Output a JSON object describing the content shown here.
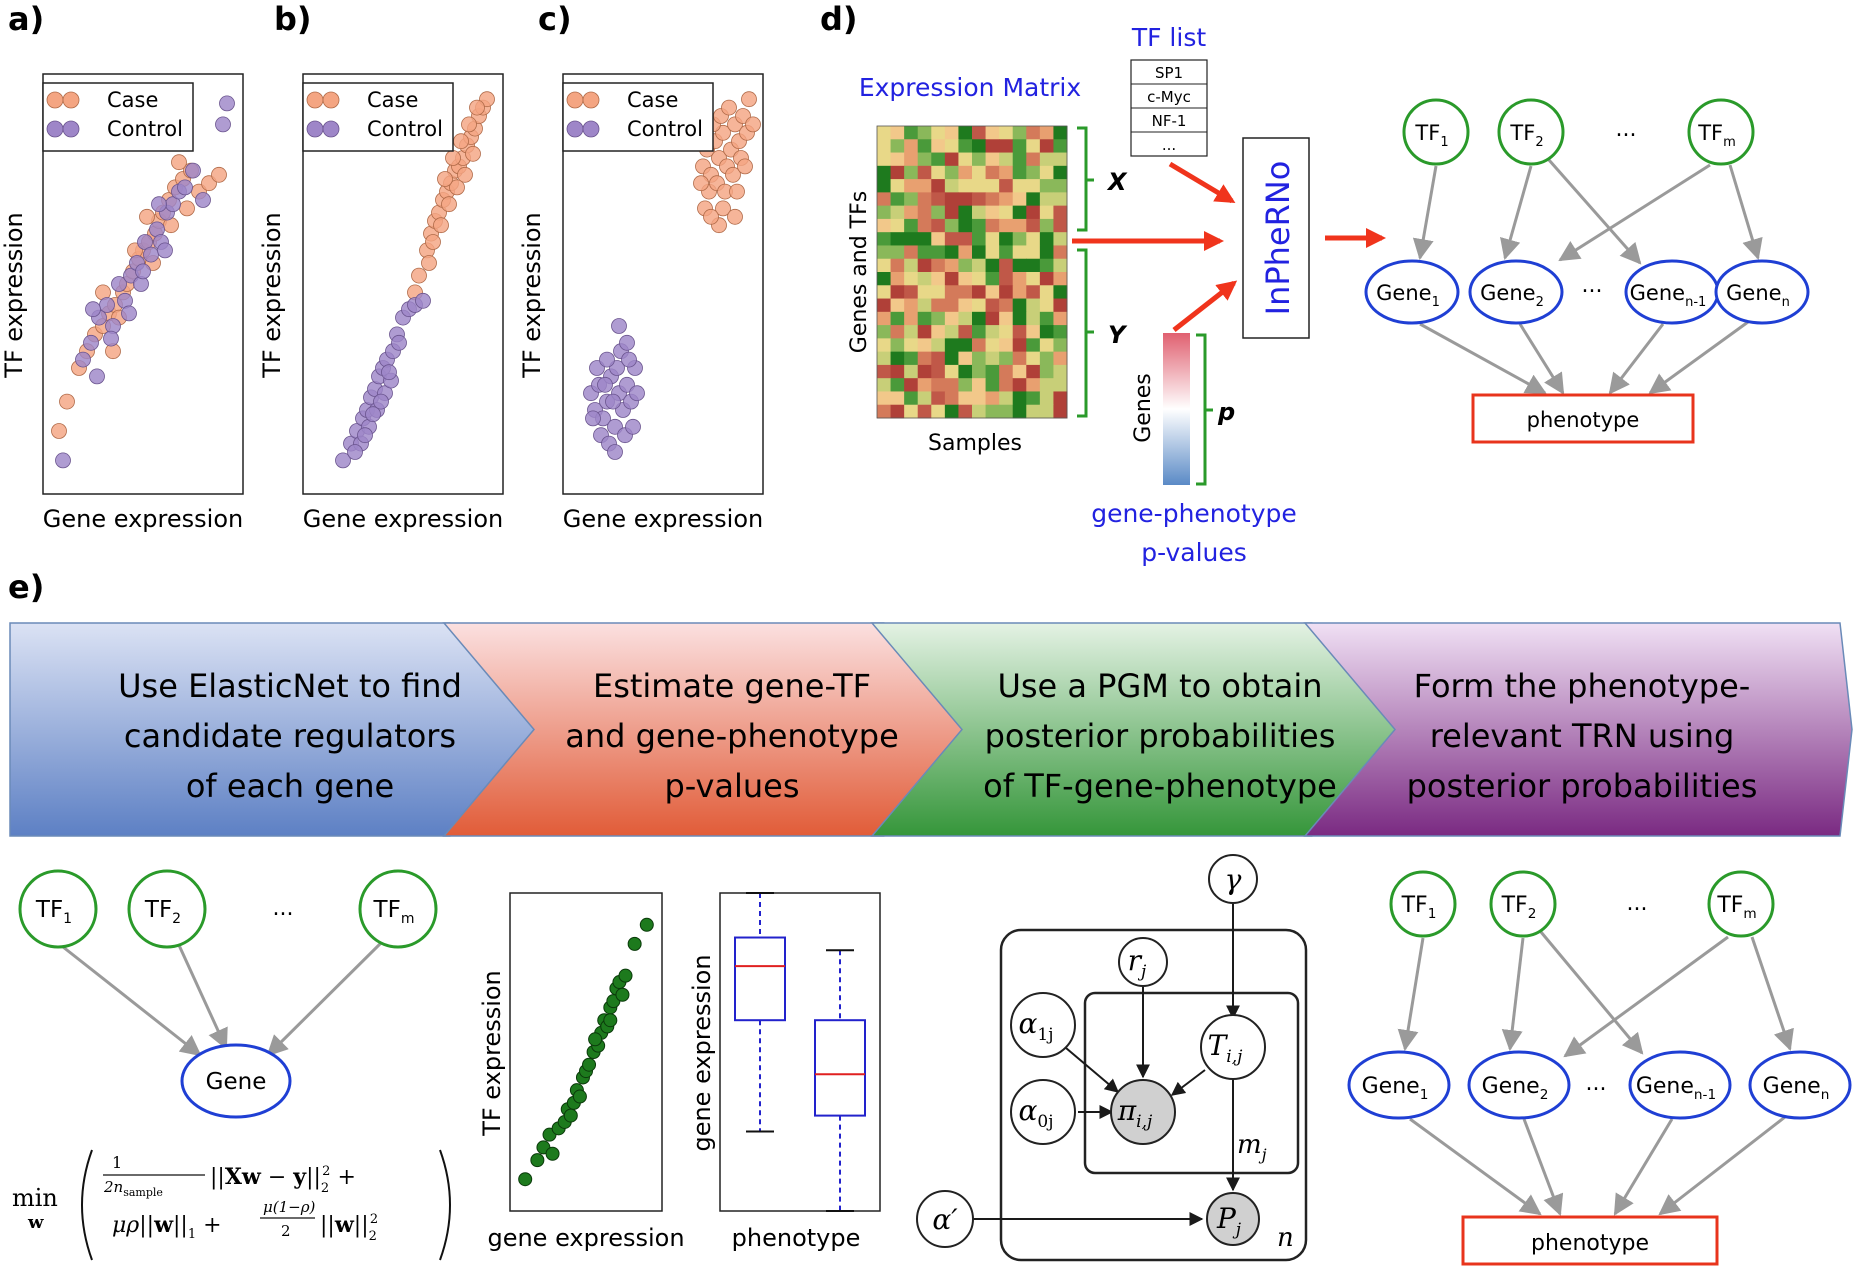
{
  "colors": {
    "case": "#f4a582",
    "control": "#9e86c8",
    "tf_node": "#2a9a2a",
    "gene_node": "#1f3fd4",
    "phenotype_box": "#e8341c",
    "arrow_red": "#f0341c",
    "blue_text": "#2222e0",
    "brace_green": "#2a9a2a",
    "box_red": "#e02020",
    "box_blue": "#2222cc",
    "scatter_green": "#1d7a1d",
    "pgm_shade": "#d0d0d0"
  },
  "panel_labels": {
    "a": "a)",
    "b": "b)",
    "c": "c)",
    "d": "d)",
    "e": "e)"
  },
  "scatter": {
    "legend_case": "Case",
    "legend_control": "Control",
    "xlabel": "Gene expression",
    "ylabel": "TF expression"
  },
  "chart_data": [
    {
      "type": "scatter",
      "panel": "a",
      "xlabel": "Gene expression",
      "ylabel": "TF expression",
      "legend": [
        "Case",
        "Control"
      ],
      "legend_position": "top-left",
      "series": [
        {
          "name": "Case",
          "points": [
            [
              0.08,
              0.85
            ],
            [
              0.12,
              0.78
            ],
            [
              0.18,
              0.7
            ],
            [
              0.22,
              0.66
            ],
            [
              0.26,
              0.62
            ],
            [
              0.3,
              0.6
            ],
            [
              0.33,
              0.57
            ],
            [
              0.36,
              0.55
            ],
            [
              0.4,
              0.52
            ],
            [
              0.42,
              0.5
            ],
            [
              0.45,
              0.47
            ],
            [
              0.48,
              0.44
            ],
            [
              0.5,
              0.42
            ],
            [
              0.53,
              0.4
            ],
            [
              0.56,
              0.38
            ],
            [
              0.58,
              0.35
            ],
            [
              0.6,
              0.33
            ],
            [
              0.63,
              0.3
            ],
            [
              0.66,
              0.27
            ],
            [
              0.7,
              0.25
            ],
            [
              0.74,
              0.23
            ],
            [
              0.78,
              0.28
            ],
            [
              0.83,
              0.26
            ],
            [
              0.88,
              0.24
            ],
            [
              0.3,
              0.52
            ],
            [
              0.38,
              0.58
            ],
            [
              0.46,
              0.42
            ],
            [
              0.55,
              0.45
            ],
            [
              0.64,
              0.36
            ],
            [
              0.72,
              0.32
            ],
            [
              0.35,
              0.66
            ],
            [
              0.52,
              0.34
            ],
            [
              0.68,
              0.21
            ]
          ]
        },
        {
          "name": "Control",
          "points": [
            [
              0.1,
              0.92
            ],
            [
              0.2,
              0.68
            ],
            [
              0.24,
              0.64
            ],
            [
              0.28,
              0.58
            ],
            [
              0.32,
              0.55
            ],
            [
              0.35,
              0.6
            ],
            [
              0.38,
              0.5
            ],
            [
              0.41,
              0.54
            ],
            [
              0.44,
              0.48
            ],
            [
              0.47,
              0.45
            ],
            [
              0.49,
              0.5
            ],
            [
              0.51,
              0.4
            ],
            [
              0.54,
              0.43
            ],
            [
              0.57,
              0.37
            ],
            [
              0.59,
              0.4
            ],
            [
              0.62,
              0.33
            ],
            [
              0.65,
              0.31
            ],
            [
              0.68,
              0.28
            ],
            [
              0.71,
              0.27
            ],
            [
              0.75,
              0.23
            ],
            [
              0.8,
              0.3
            ],
            [
              0.9,
              0.12
            ],
            [
              0.92,
              0.07
            ],
            [
              0.27,
              0.72
            ],
            [
              0.34,
              0.63
            ],
            [
              0.43,
              0.57
            ],
            [
              0.5,
              0.47
            ],
            [
              0.58,
              0.31
            ],
            [
              0.61,
              0.42
            ],
            [
              0.25,
              0.56
            ]
          ]
        }
      ]
    },
    {
      "type": "scatter",
      "panel": "b",
      "xlabel": "Gene expression",
      "ylabel": "TF expression",
      "legend": [
        "Case",
        "Control"
      ],
      "legend_position": "top-left",
      "series": [
        {
          "name": "Case",
          "points": [
            [
              0.58,
              0.48
            ],
            [
              0.62,
              0.42
            ],
            [
              0.64,
              0.38
            ],
            [
              0.66,
              0.35
            ],
            [
              0.68,
              0.33
            ],
            [
              0.7,
              0.3
            ],
            [
              0.72,
              0.28
            ],
            [
              0.74,
              0.26
            ],
            [
              0.76,
              0.23
            ],
            [
              0.78,
              0.22
            ],
            [
              0.8,
              0.2
            ],
            [
              0.82,
              0.17
            ],
            [
              0.84,
              0.15
            ],
            [
              0.86,
              0.13
            ],
            [
              0.88,
              0.1
            ],
            [
              0.9,
              0.08
            ],
            [
              0.92,
              0.06
            ],
            [
              0.65,
              0.4
            ],
            [
              0.69,
              0.36
            ],
            [
              0.73,
              0.31
            ],
            [
              0.77,
              0.27
            ],
            [
              0.81,
              0.24
            ],
            [
              0.85,
              0.19
            ],
            [
              0.71,
              0.25
            ],
            [
              0.75,
              0.2
            ],
            [
              0.79,
              0.16
            ],
            [
              0.83,
              0.12
            ],
            [
              0.63,
              0.45
            ],
            [
              0.87,
              0.08
            ],
            [
              0.56,
              0.52
            ]
          ]
        },
        {
          "name": "Control",
          "points": [
            [
              0.2,
              0.92
            ],
            [
              0.24,
              0.88
            ],
            [
              0.27,
              0.85
            ],
            [
              0.3,
              0.82
            ],
            [
              0.32,
              0.8
            ],
            [
              0.34,
              0.77
            ],
            [
              0.36,
              0.75
            ],
            [
              0.38,
              0.72
            ],
            [
              0.4,
              0.7
            ],
            [
              0.42,
              0.68
            ],
            [
              0.45,
              0.66
            ],
            [
              0.47,
              0.62
            ],
            [
              0.5,
              0.58
            ],
            [
              0.53,
              0.56
            ],
            [
              0.29,
              0.88
            ],
            [
              0.33,
              0.84
            ],
            [
              0.37,
              0.8
            ],
            [
              0.41,
              0.76
            ],
            [
              0.44,
              0.73
            ],
            [
              0.26,
              0.9
            ],
            [
              0.31,
              0.86
            ],
            [
              0.35,
              0.81
            ],
            [
              0.39,
              0.78
            ],
            [
              0.43,
              0.71
            ],
            [
              0.48,
              0.64
            ],
            [
              0.56,
              0.55
            ],
            [
              0.6,
              0.54
            ]
          ]
        }
      ]
    },
    {
      "type": "scatter",
      "panel": "c",
      "xlabel": "Gene expression",
      "ylabel": "TF expression",
      "legend": [
        "Case",
        "Control"
      ],
      "legend_position": "top-left",
      "series": [
        {
          "name": "Case",
          "points": [
            [
              0.7,
              0.22
            ],
            [
              0.72,
              0.18
            ],
            [
              0.74,
              0.24
            ],
            [
              0.76,
              0.16
            ],
            [
              0.78,
              0.2
            ],
            [
              0.8,
              0.14
            ],
            [
              0.82,
              0.22
            ],
            [
              0.84,
              0.18
            ],
            [
              0.86,
              0.12
            ],
            [
              0.88,
              0.16
            ],
            [
              0.9,
              0.1
            ],
            [
              0.92,
              0.14
            ],
            [
              0.73,
              0.28
            ],
            [
              0.77,
              0.26
            ],
            [
              0.81,
              0.28
            ],
            [
              0.85,
              0.24
            ],
            [
              0.89,
              0.2
            ],
            [
              0.75,
              0.12
            ],
            [
              0.79,
              0.1
            ],
            [
              0.83,
              0.08
            ],
            [
              0.87,
              0.28
            ],
            [
              0.91,
              0.22
            ],
            [
              0.71,
              0.32
            ],
            [
              0.95,
              0.12
            ],
            [
              0.69,
              0.26
            ],
            [
              0.8,
              0.32
            ],
            [
              0.93,
              0.06
            ],
            [
              0.78,
              0.36
            ],
            [
              0.86,
              0.34
            ],
            [
              0.74,
              0.34
            ]
          ]
        },
        {
          "name": "Control",
          "points": [
            [
              0.14,
              0.76
            ],
            [
              0.16,
              0.8
            ],
            [
              0.18,
              0.74
            ],
            [
              0.2,
              0.82
            ],
            [
              0.22,
              0.78
            ],
            [
              0.24,
              0.72
            ],
            [
              0.26,
              0.84
            ],
            [
              0.28,
              0.76
            ],
            [
              0.3,
              0.8
            ],
            [
              0.32,
              0.74
            ],
            [
              0.34,
              0.78
            ],
            [
              0.36,
              0.7
            ],
            [
              0.19,
              0.86
            ],
            [
              0.23,
              0.88
            ],
            [
              0.27,
              0.7
            ],
            [
              0.31,
              0.86
            ],
            [
              0.35,
              0.84
            ],
            [
              0.17,
              0.7
            ],
            [
              0.25,
              0.78
            ],
            [
              0.29,
              0.66
            ],
            [
              0.33,
              0.68
            ],
            [
              0.21,
              0.74
            ],
            [
              0.28,
              0.6
            ],
            [
              0.37,
              0.76
            ],
            [
              0.15,
              0.82
            ],
            [
              0.26,
              0.9
            ],
            [
              0.32,
              0.64
            ],
            [
              0.22,
              0.68
            ]
          ]
        }
      ]
    },
    {
      "type": "scatter",
      "panel": "e-middle",
      "xlabel": "gene expression",
      "ylabel": "TF expression",
      "series": [
        {
          "name": "",
          "points": [
            [
              0.1,
              0.9
            ],
            [
              0.18,
              0.84
            ],
            [
              0.22,
              0.8
            ],
            [
              0.26,
              0.76
            ],
            [
              0.28,
              0.82
            ],
            [
              0.32,
              0.74
            ],
            [
              0.36,
              0.72
            ],
            [
              0.38,
              0.68
            ],
            [
              0.42,
              0.66
            ],
            [
              0.44,
              0.62
            ],
            [
              0.46,
              0.64
            ],
            [
              0.48,
              0.58
            ],
            [
              0.5,
              0.56
            ],
            [
              0.52,
              0.54
            ],
            [
              0.55,
              0.5
            ],
            [
              0.58,
              0.48
            ],
            [
              0.6,
              0.44
            ],
            [
              0.62,
              0.4
            ],
            [
              0.64,
              0.42
            ],
            [
              0.66,
              0.36
            ],
            [
              0.68,
              0.34
            ],
            [
              0.7,
              0.3
            ],
            [
              0.72,
              0.28
            ],
            [
              0.74,
              0.32
            ],
            [
              0.76,
              0.26
            ],
            [
              0.82,
              0.16
            ],
            [
              0.9,
              0.1
            ],
            [
              0.4,
              0.7
            ],
            [
              0.56,
              0.46
            ],
            [
              0.66,
              0.4
            ]
          ]
        }
      ]
    },
    {
      "type": "box",
      "panel": "e-middle",
      "xlabel": "phenotype",
      "ylabel": "gene expression",
      "boxes": [
        {
          "whisker_low": 0.25,
          "q1": 0.6,
          "median": 0.77,
          "q3": 0.86,
          "whisker_high": 1.0
        },
        {
          "whisker_low": 0.0,
          "q1": 0.3,
          "median": 0.43,
          "q3": 0.6,
          "whisker_high": 0.82
        }
      ]
    }
  ],
  "panel_d": {
    "expression_matrix_title": "Expression Matrix",
    "rows_label": "Genes and TFs",
    "cols_label": "Samples",
    "brace_x": "X",
    "brace_y": "Y",
    "tf_list_title": "TF list",
    "tf_list": [
      "SP1",
      "c-Myc",
      "NF-1",
      "..."
    ],
    "genes_label": "Genes",
    "brace_p": "p",
    "pvalues_label_line1": "gene-phenotype",
    "pvalues_label_line2": "p-values",
    "method_name": "InPheRNo"
  },
  "network": {
    "tf_labels": [
      {
        "base": "TF",
        "sub": "1"
      },
      {
        "base": "TF",
        "sub": "2"
      },
      {
        "base": "TF",
        "sub": "m"
      }
    ],
    "gene_labels": [
      {
        "base": "Gene",
        "sub": "1"
      },
      {
        "base": "Gene",
        "sub": "2"
      },
      {
        "base": "Gene",
        "sub": "n-1"
      },
      {
        "base": "Gene",
        "sub": "n"
      }
    ],
    "ellipsis": "...",
    "phenotype": "phenotype"
  },
  "steps": [
    {
      "lines": [
        "Use ElasticNet to find",
        "candidate regulators",
        "of each gene"
      ],
      "color_top": "#dbe2f4",
      "color_bottom": "#5d80c4"
    },
    {
      "lines": [
        "Estimate gene-TF",
        "and gene-phenotype",
        "p-values"
      ],
      "color_top": "#fbe0e0",
      "color_bottom": "#e15c38"
    },
    {
      "lines": [
        "Use a PGM to obtain",
        "posterior probabilities",
        "of TF-gene-phenotype"
      ],
      "color_top": "#e4f2e4",
      "color_bottom": "#35963a"
    },
    {
      "lines": [
        "Form the phenotype-",
        "relevant TRN using",
        "posterior probabilities"
      ],
      "color_top": "#f0e0f4",
      "color_bottom": "#7a2a82"
    }
  ],
  "step1_network": {
    "tf_labels": [
      {
        "base": "TF",
        "sub": "1"
      },
      {
        "base": "TF",
        "sub": "2"
      },
      {
        "base": "TF",
        "sub": "m"
      }
    ],
    "ellipsis": "...",
    "gene": "Gene"
  },
  "pgm": {
    "gamma": "γ",
    "r": {
      "base": "r",
      "sub": "j"
    },
    "alpha1": {
      "base": "α",
      "sub": "1j"
    },
    "alpha0": {
      "base": "α",
      "sub": "0j"
    },
    "T": {
      "base": "T",
      "sub": "i,j"
    },
    "pi": {
      "base": "π",
      "sub": "i,j"
    },
    "P": {
      "base": "P",
      "sub": "j"
    },
    "alpha_prime": "α′",
    "m_plate": {
      "base": "m",
      "sub": "j"
    },
    "n_plate": "n"
  }
}
